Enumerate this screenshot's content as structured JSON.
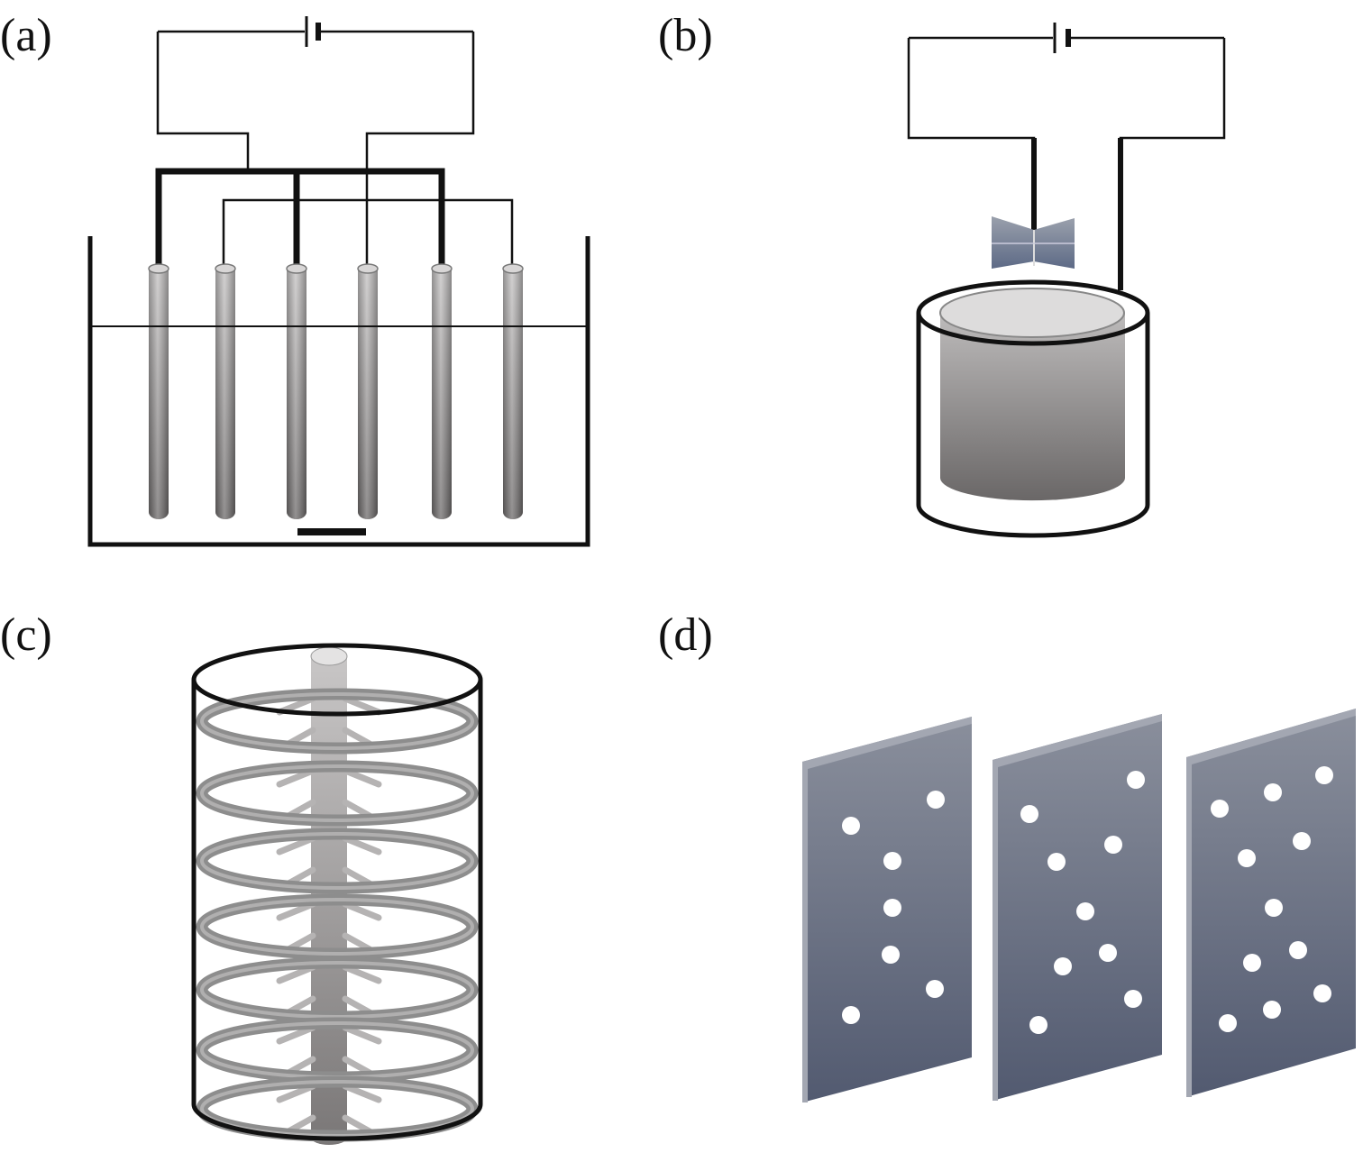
{
  "panels": {
    "a": {
      "label": "(a)"
    },
    "b": {
      "label": "(b)"
    },
    "c": {
      "label": "(c)"
    },
    "d": {
      "label": "(d)"
    }
  },
  "colors": {
    "wire": "#111111",
    "electrode": "#8a8888",
    "plate": "#6e7586",
    "ring": "#8d8d8d"
  }
}
